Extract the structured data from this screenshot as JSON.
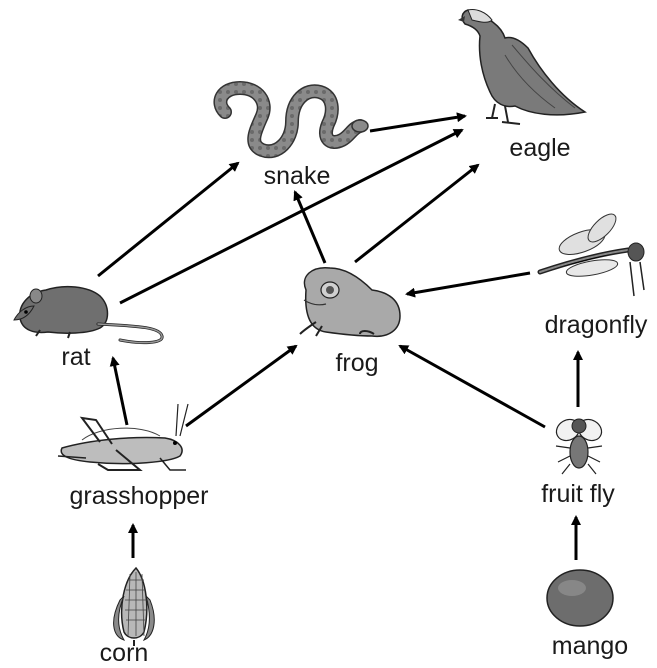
{
  "organisms": {
    "eagle": "eagle",
    "snake": "snake",
    "rat": "rat",
    "frog": "frog",
    "dragonfly": "dragonfly",
    "grasshopper": "grasshopper",
    "fruit_fly": "fruit fly",
    "corn": "corn",
    "mango": "mango"
  },
  "links": [
    {
      "from": "corn",
      "to": "grasshopper"
    },
    {
      "from": "grasshopper",
      "to": "rat"
    },
    {
      "from": "grasshopper",
      "to": "frog"
    },
    {
      "from": "rat",
      "to": "snake"
    },
    {
      "from": "rat",
      "to": "eagle"
    },
    {
      "from": "frog",
      "to": "snake"
    },
    {
      "from": "frog",
      "to": "eagle"
    },
    {
      "from": "snake",
      "to": "eagle"
    },
    {
      "from": "dragonfly",
      "to": "frog"
    },
    {
      "from": "fruit_fly",
      "to": "frog"
    },
    {
      "from": "fruit_fly",
      "to": "dragonfly"
    },
    {
      "from": "mango",
      "to": "fruit_fly"
    }
  ],
  "icons": {
    "eagle": "eagle-icon",
    "snake": "snake-icon",
    "rat": "rat-icon",
    "frog": "frog-icon",
    "dragonfly": "dragonfly-icon",
    "grasshopper": "grasshopper-icon",
    "fruit_fly": "fruit-fly-icon",
    "corn": "corn-icon",
    "mango": "mango-icon"
  }
}
